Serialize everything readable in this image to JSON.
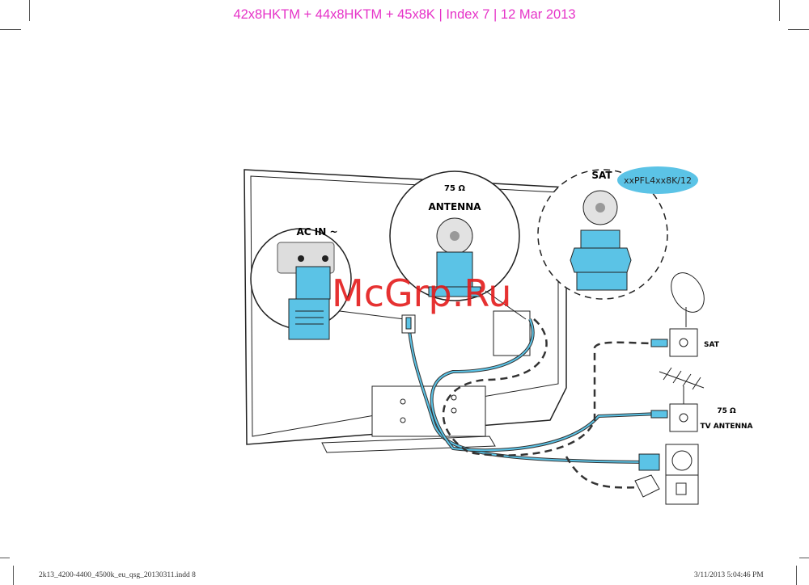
{
  "header": "42x8HKTM + 44x8HKTM + 45x8K | Index 7 | 12 Mar 2013",
  "footer": {
    "left": "2k13_4200-4400_4500k_eu_qsg_20130311.indd   8",
    "right": "3/11/2013   5:04:46 PM"
  },
  "labels": {
    "ac_in": "AC IN ~",
    "ohm": "75 Ω",
    "antenna": "ANTENNA",
    "sat": "SAT",
    "model_badge": "xxPFL4xx8K/12",
    "wall_sat": "SAT",
    "wall_ohm": "75 Ω",
    "wall_tv_antenna": "TV ANTENNA"
  },
  "watermark": "McGrp.Ru",
  "colors": {
    "connector": "#5bc3e6",
    "header": "#e633c8",
    "watermark": "#e41b1b"
  }
}
